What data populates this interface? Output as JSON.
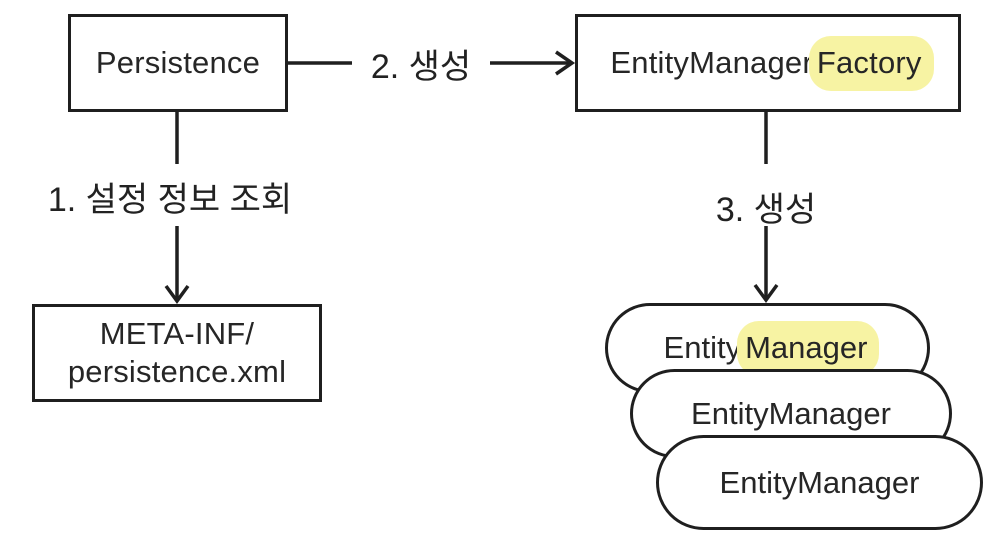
{
  "diagram": {
    "title_semantic": "JPA Persistence / EntityManagerFactory / EntityManager creation flow",
    "colors": {
      "background": "#ffffff",
      "line": "#1f1f1f",
      "text": "#262626",
      "highlight": "#f7f3a3"
    },
    "nodes": {
      "persistence": {
        "label": "Persistence"
      },
      "entity_manager_factory": {
        "label_prefix": "EntityManager",
        "label_highlight": "Factory"
      },
      "meta_inf": {
        "line1": "META-INF/",
        "line2": "persistence.xml"
      },
      "entity_manager_1": {
        "label_prefix": "Entity",
        "label_highlight": "Manager"
      },
      "entity_manager_2": {
        "label": "EntityManager"
      },
      "entity_manager_3": {
        "label": "EntityManager"
      }
    },
    "edges": {
      "step1": {
        "label": "1. 설정 정보 조회",
        "from": "persistence",
        "to": "meta_inf"
      },
      "step2": {
        "label": "2. 생성",
        "from": "persistence",
        "to": "entity_manager_factory"
      },
      "step3": {
        "label": "3. 생성",
        "from": "entity_manager_factory",
        "to": "entity_manager_1"
      }
    }
  }
}
